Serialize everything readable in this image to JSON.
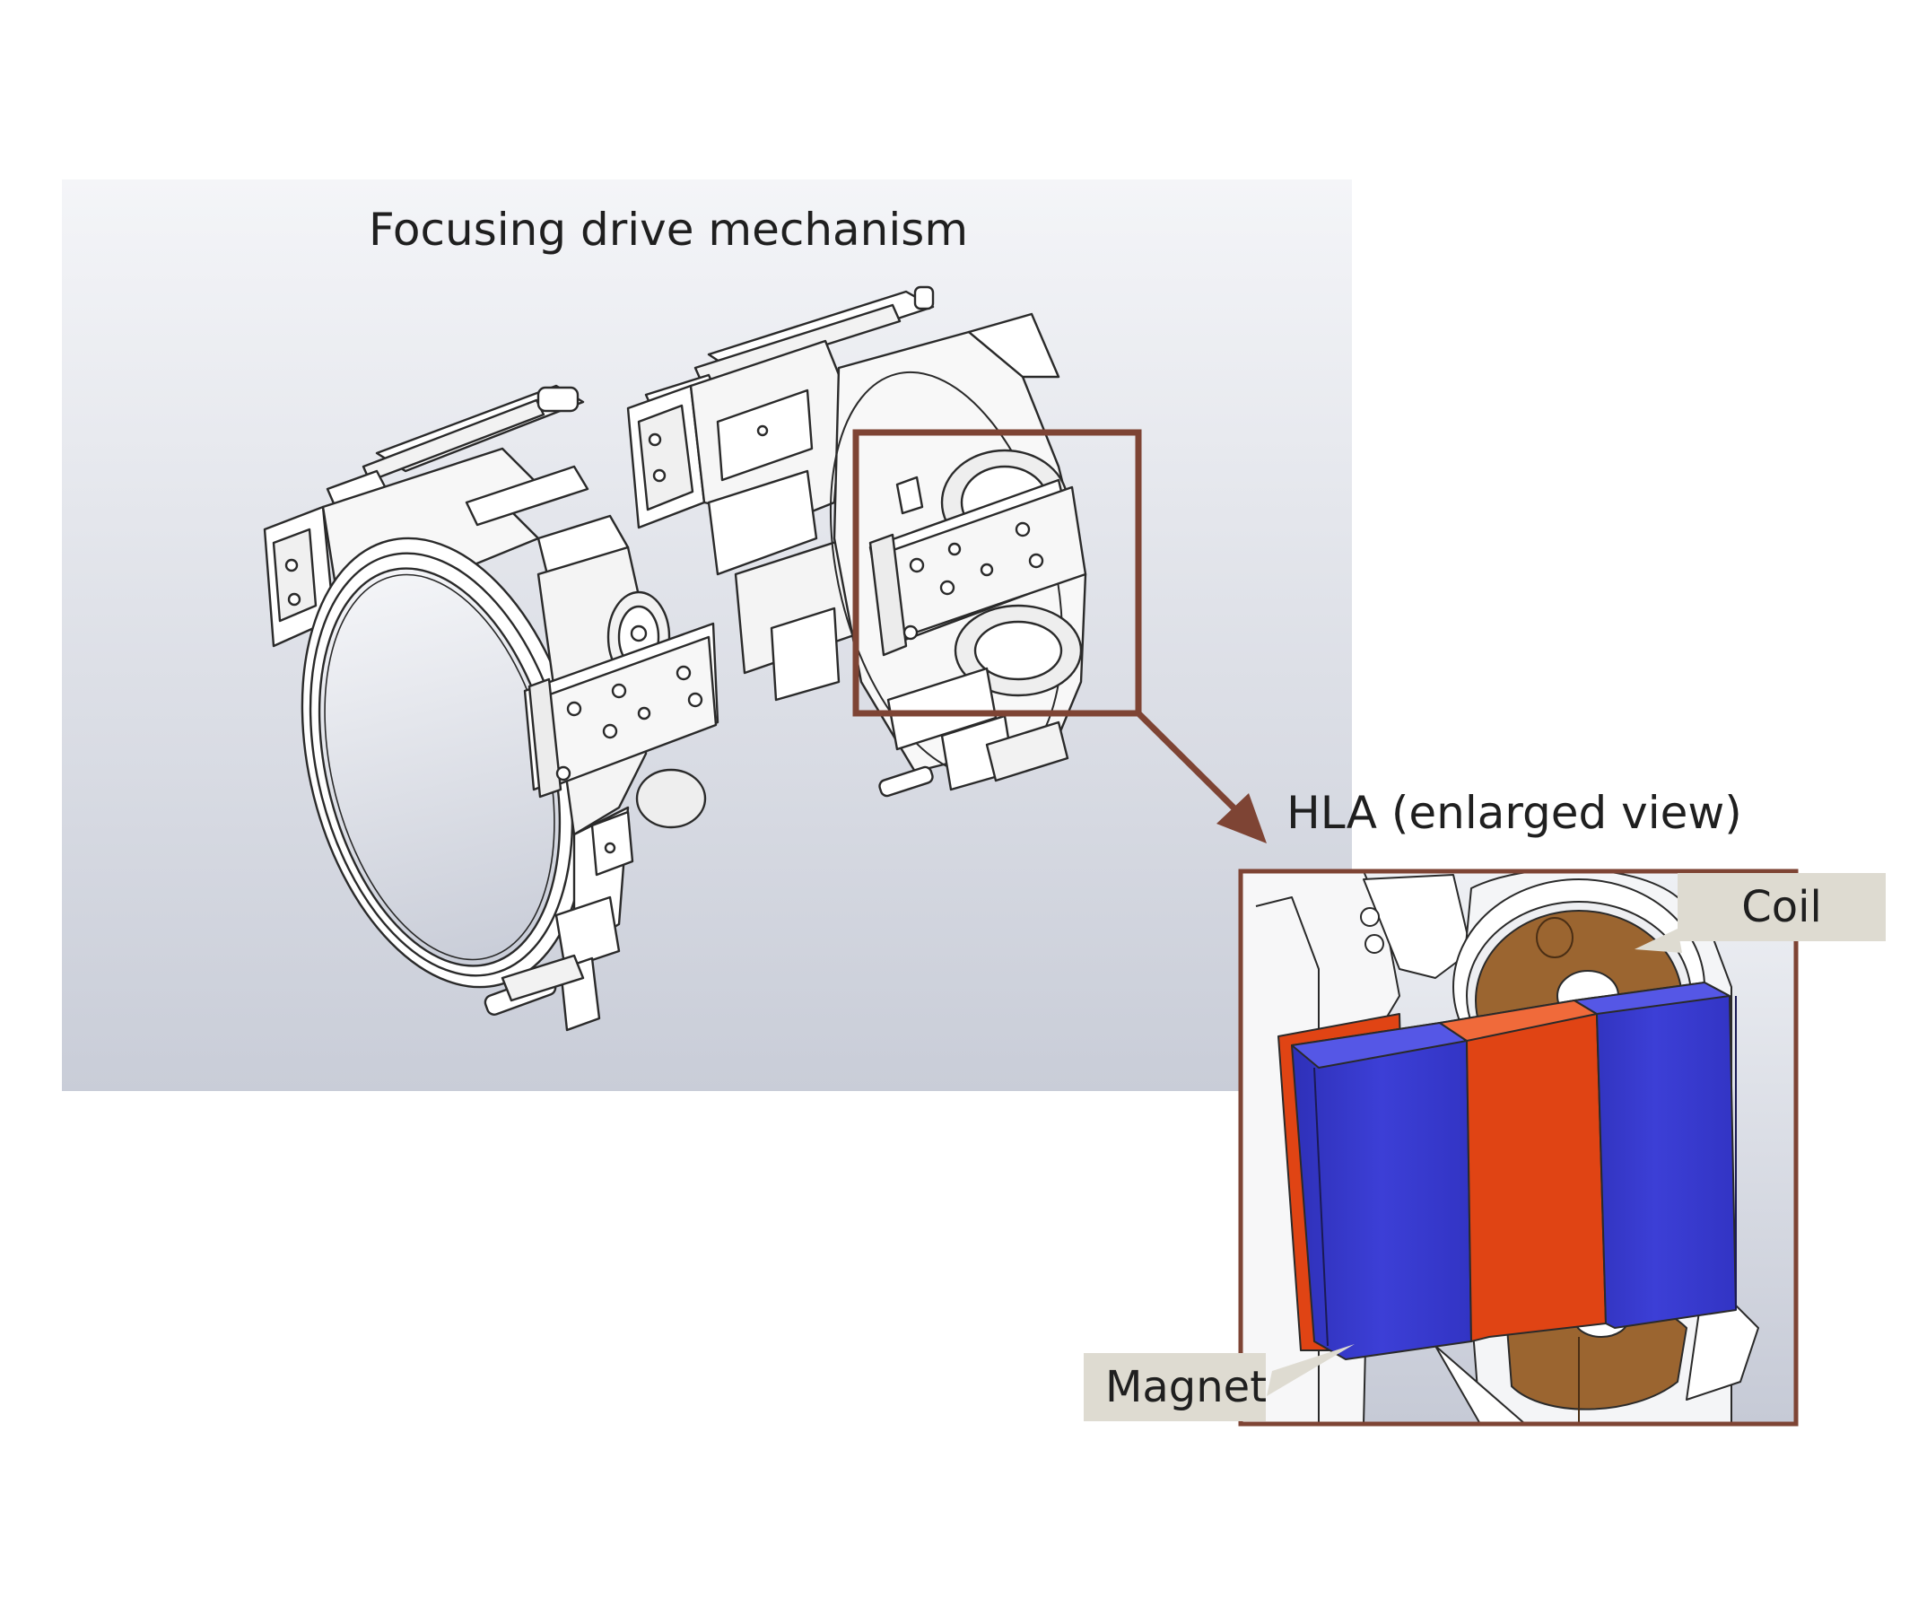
{
  "diagram": {
    "main_title": "Focusing drive mechanism",
    "inset_title": "HLA (enlarged view)",
    "callouts": {
      "coil": "Coil",
      "magnet": "Magnet"
    }
  },
  "colors": {
    "panel_top": "#f4f5f8",
    "panel_bottom": "#c9cdd8",
    "highlight_frame": "#7e4434",
    "magnet_blue": "#3a3ccf",
    "magnet_red": "#e04414",
    "coil_copper": "#9b6530",
    "callout_bg": "#dedbd1",
    "line_art": "#2a2a2a"
  }
}
